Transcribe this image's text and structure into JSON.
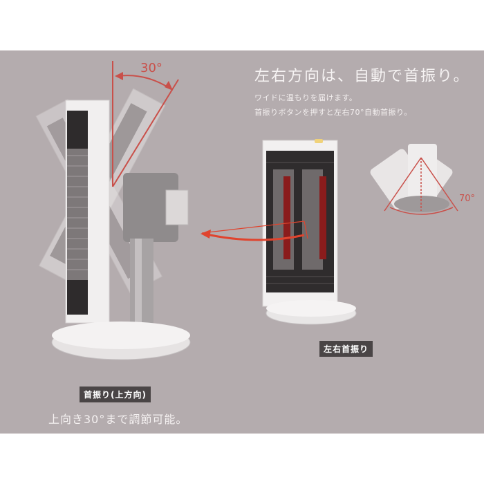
{
  "page": {
    "background": "#ffffff",
    "panel_color": "#b4acae",
    "accent_color": "#c9504a"
  },
  "headline": "左右方向は、自動で首振り。",
  "subtext": [
    "ワイドに温もりを届けます。",
    "首振りボタンを押すと左右70°自動首振り。"
  ],
  "vertical_tilt": {
    "angle_label": "30°",
    "tag": "首振り(上方向)",
    "caption": "上向き30°まで調節可能。"
  },
  "horizontal_swing": {
    "angle_label": "70°",
    "tag": "左右首振り"
  }
}
